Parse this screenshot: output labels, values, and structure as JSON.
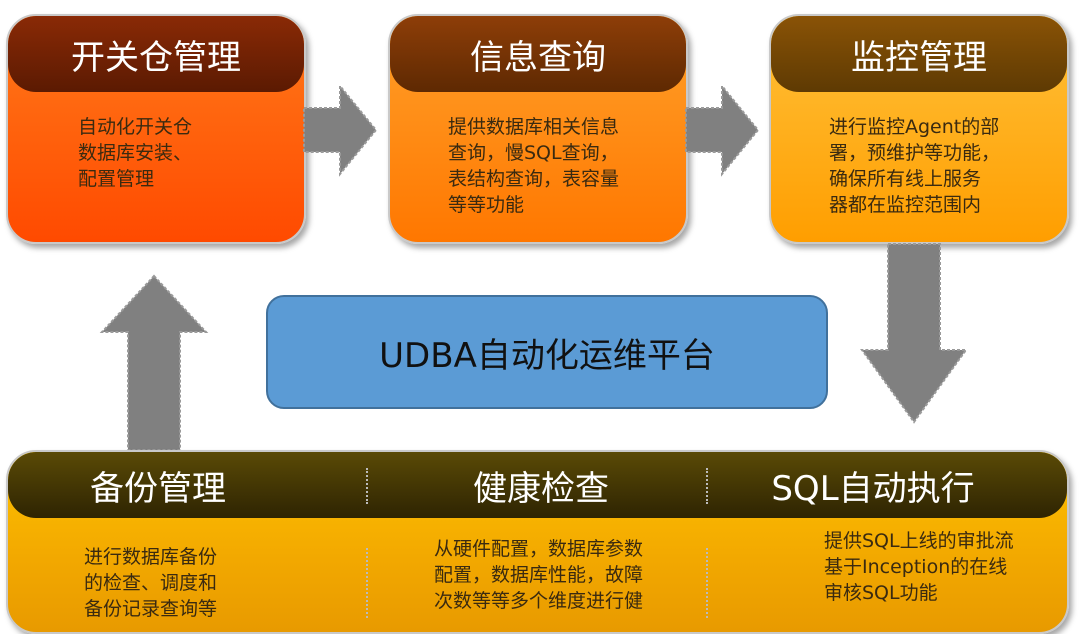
{
  "top": [
    {
      "title": "开关仓管理",
      "body": "自动化开关仓\n数据库安装、\n配置管理"
    },
    {
      "title": "信息查询",
      "body": "提供数据库相关信息\n查询，慢SQL查询，\n表结构查询，表容量\n等等功能"
    },
    {
      "title": "监控管理",
      "body": "进行监控Agent的部\n署，预维护等功能，\n确保所有线上服务\n器都在监控范围内"
    }
  ],
  "center": {
    "title": "UDBA自动化运维平台"
  },
  "bottom": [
    {
      "title": "备份管理",
      "body": "进行数据库备份\n的检查、调度和\n备份记录查询等"
    },
    {
      "title": "健康检查",
      "body": "从硬件配置，数据库参数\n配置，数据库性能，故障\n次数等等多个维度进行健"
    },
    {
      "title": "SQL自动执行",
      "body": "提供SQL上线的审批流\n基于Inception的在线\n审核SQL功能"
    }
  ]
}
